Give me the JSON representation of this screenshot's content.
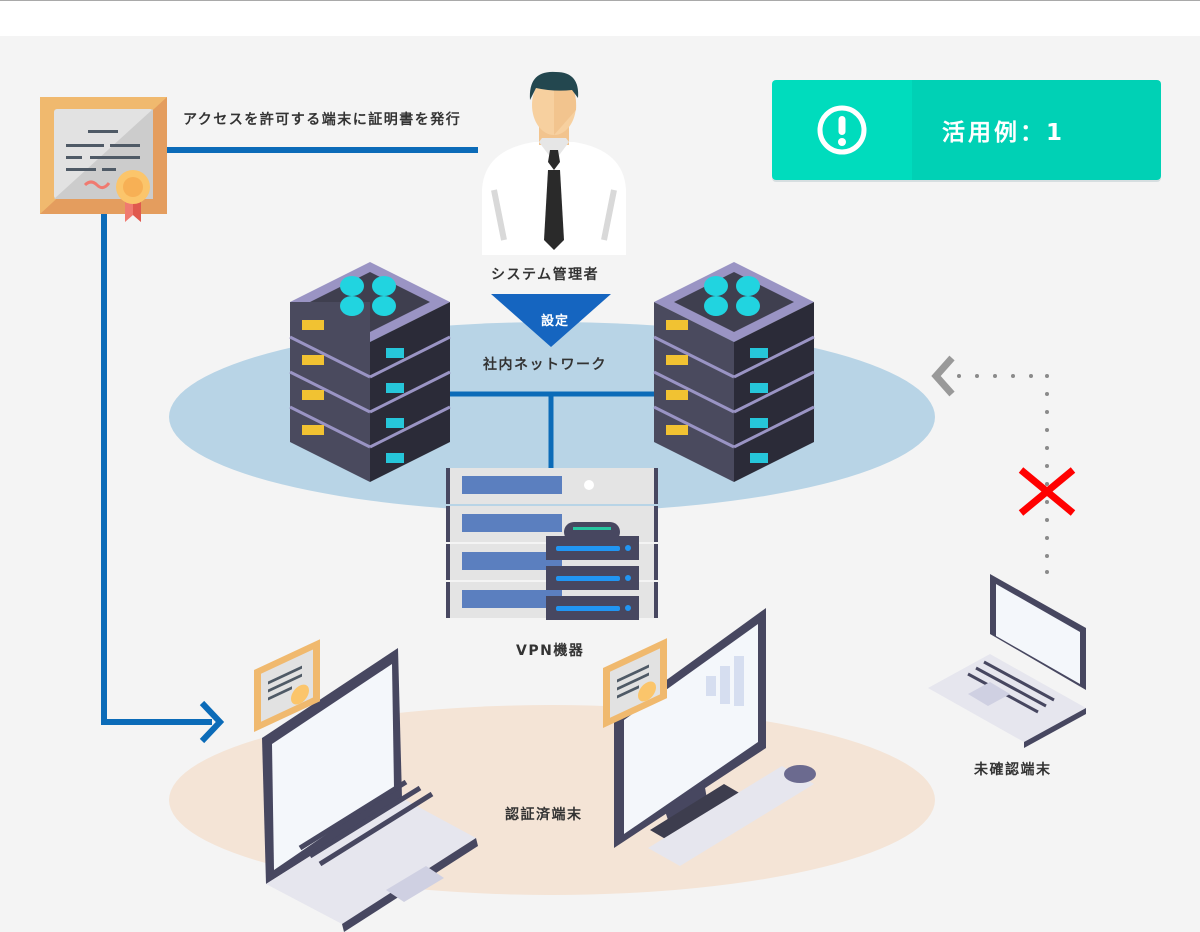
{
  "badge": {
    "icon": "exclamation-circle-icon",
    "label": "活用例：1",
    "bg_left": "#00dcbd",
    "bg_right": "#00d1b5"
  },
  "certificate_issue": {
    "label": "アクセスを許可する端末に証明書を発行",
    "icon": "certificate-icon"
  },
  "admin": {
    "label": "システム管理者",
    "icon": "administrator-person-icon"
  },
  "setting_arrow": {
    "label": "設定",
    "color": "#1565c0"
  },
  "network": {
    "label": "社内ネットワーク",
    "color": "#b8d4e6",
    "servers": [
      "server-rack-left",
      "server-rack-right"
    ]
  },
  "vpn": {
    "label": "VPN機器"
  },
  "authenticated": {
    "label": "認証済端末",
    "devices": [
      "laptop-with-certificate",
      "desktop-with-certificate"
    ],
    "area_color": "#f4e4d6"
  },
  "unverified": {
    "label": "未確認端末",
    "blocked_marker": "red-x-icon",
    "marker_color": "#ff0000"
  },
  "colors": {
    "line_blue": "#0b6bb8",
    "background": "#f4f4f4",
    "text": "#333333"
  }
}
